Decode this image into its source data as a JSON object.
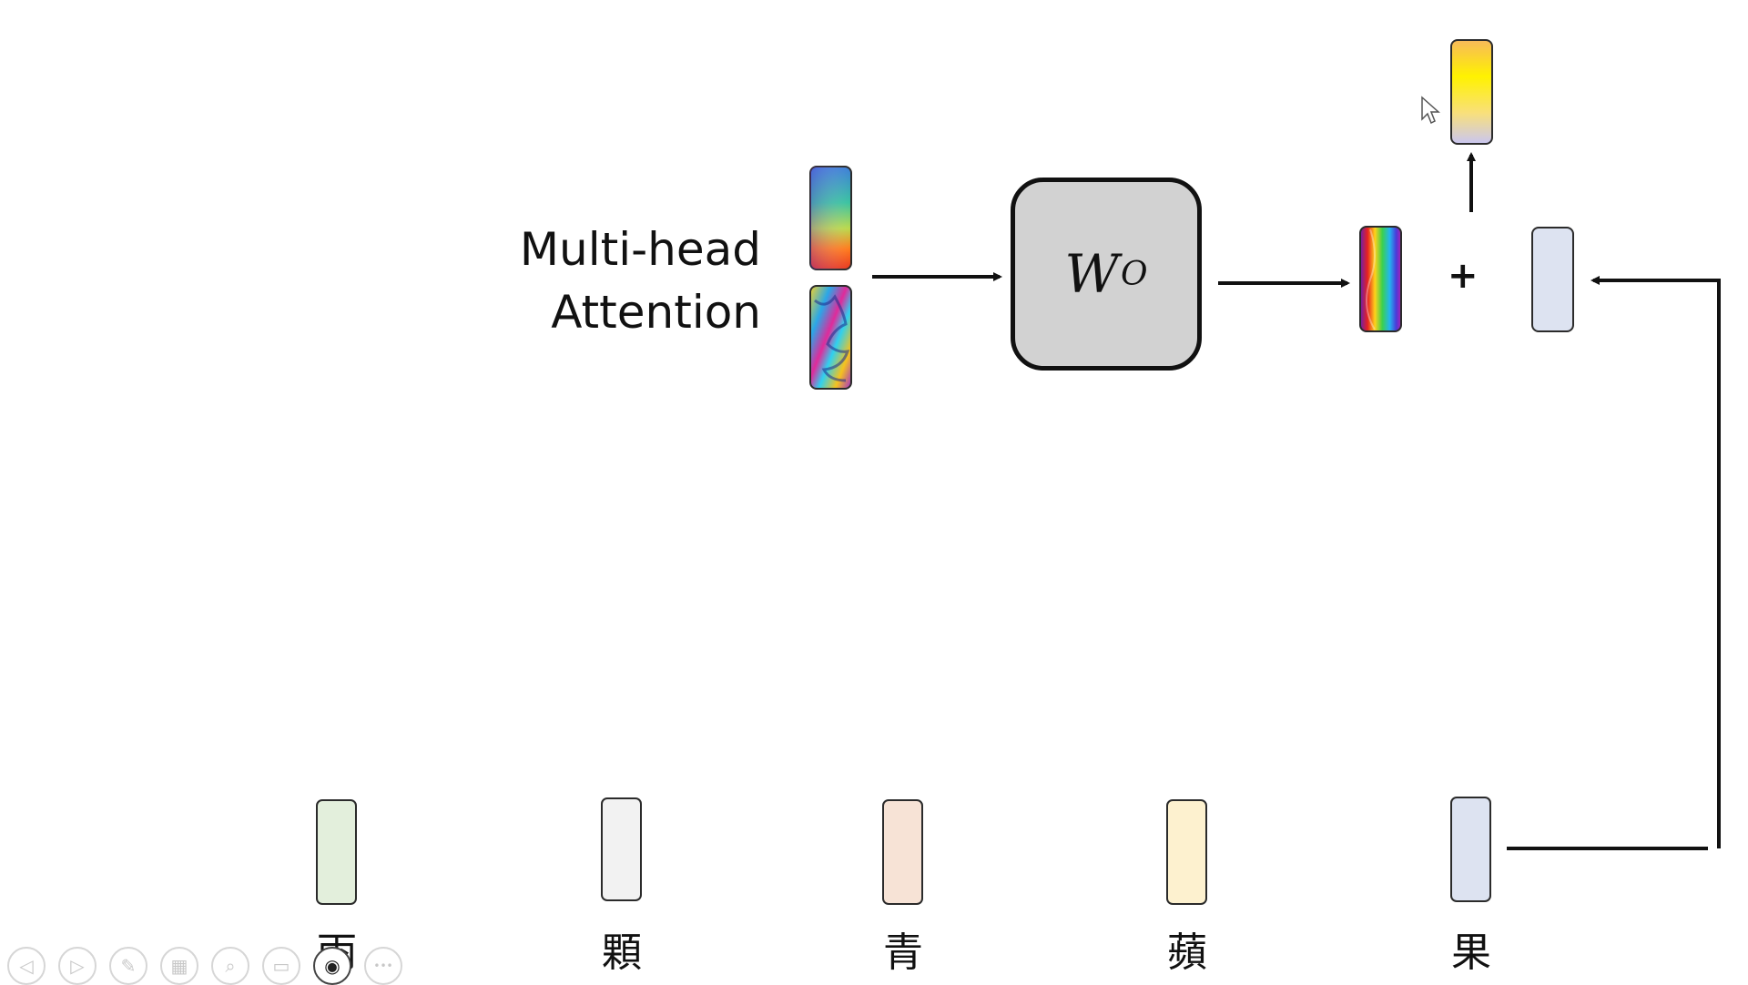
{
  "diagram": {
    "attention_label_line1": "Multi-head",
    "attention_label_line2": "Attention",
    "wo_symbol": "W",
    "wo_subscript": "O",
    "plus_sign": "+"
  },
  "tokens": [
    {
      "char": "雨",
      "color": "#e3efdc"
    },
    {
      "char": "顆",
      "color": "#f2f2f2"
    },
    {
      "char": "青",
      "color": "#f7e3d6"
    },
    {
      "char": "蘋",
      "color": "#fdf1cf"
    },
    {
      "char": "果",
      "color": "#dde3f1"
    }
  ],
  "colors": {
    "wo_box_fill": "#d2d2d2",
    "residual_vector": "#dde3f1",
    "line": "#111111"
  },
  "toolbar": {
    "buttons": [
      {
        "name": "previous-slide-button",
        "icon": "◁"
      },
      {
        "name": "next-slide-button",
        "icon": "▷"
      },
      {
        "name": "pen-tool-button",
        "icon": "✎"
      },
      {
        "name": "see-all-slides-button",
        "icon": "▦"
      },
      {
        "name": "zoom-button",
        "icon": "⌕"
      },
      {
        "name": "subtitles-button",
        "icon": "▭"
      },
      {
        "name": "camera-button",
        "icon": "◉"
      },
      {
        "name": "more-options-button",
        "icon": "•••"
      }
    ]
  }
}
